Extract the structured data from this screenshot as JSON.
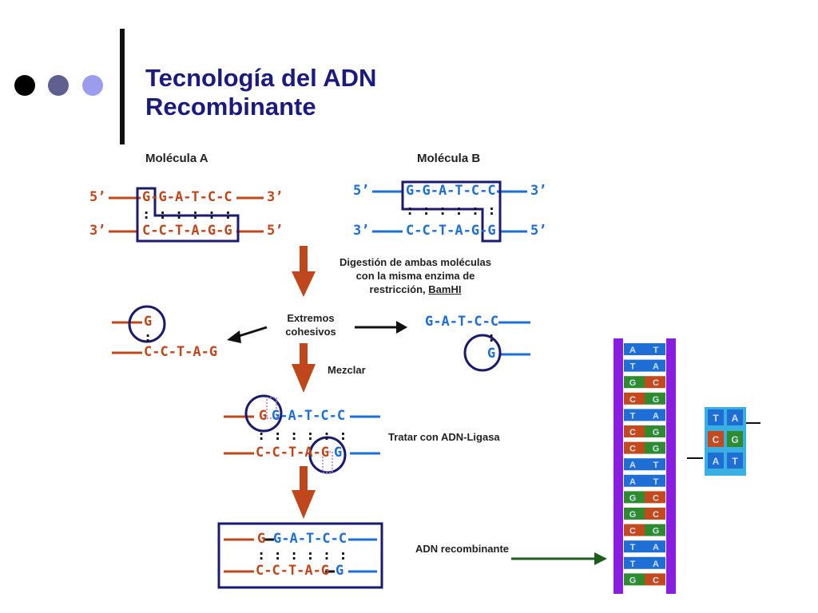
{
  "title": {
    "line1": "Tecnología del ADN",
    "line2": "Recombinante"
  },
  "molecules": {
    "a_label": "Molécula A",
    "b_label": "Molécula B"
  },
  "ends": {
    "five": "5’",
    "three": "3’"
  },
  "sequences": {
    "top_full": "G-G-A-T-C-C",
    "bottom_full": "C-C-T-A-G-G",
    "a_frag_top": "G",
    "a_frag_bottom": "C-C-T-A-G",
    "b_frag_top": "G-A-T-C-C",
    "b_frag_bottom": "G",
    "mix_top_g": "G",
    "mix_top_rest": "G-A-T-C-C",
    "mix_bottom_rest": "C-C-T-A-G",
    "mix_bottom_g": "G",
    "final_top_g": "G",
    "final_top_rest": "G-A-T-C-C",
    "final_bottom_rest": "C-C-T-A-G",
    "final_bottom_g": "G",
    "pairs": ": : : : : :"
  },
  "steps": {
    "digestion_l1": "Digestión de ambas moléculas",
    "digestion_l2": "con la misma enzima de",
    "digestion_l3_prefix": "restricción,",
    "digestion_enzyme": "BamHI",
    "sticky_l1": "Extremos",
    "sticky_l2": "cohesivos",
    "mix": "Mezclar",
    "ligase": "Tratar con ADN-Ligasa",
    "recombinant": "ADN recombinante"
  },
  "ladder": {
    "pairs": [
      [
        "A",
        "T"
      ],
      [
        "T",
        "A"
      ],
      [
        "G",
        "C"
      ],
      [
        "C",
        "G"
      ],
      [
        "T",
        "A"
      ],
      [
        "C",
        "G"
      ],
      [
        "C",
        "G"
      ],
      [
        "A",
        "T"
      ],
      [
        "A",
        "T"
      ],
      [
        "G",
        "C"
      ],
      [
        "G",
        "C"
      ],
      [
        "C",
        "G"
      ],
      [
        "T",
        "A"
      ],
      [
        "T",
        "A"
      ],
      [
        "G",
        "C"
      ]
    ],
    "zoom_pairs": [
      [
        "T",
        "A"
      ],
      [
        "C",
        "G"
      ],
      [
        "A",
        "T"
      ]
    ]
  },
  "colors": {
    "title": "#1a1a80",
    "red_strand": "#c0471b",
    "blue_strand": "#1c6fd6",
    "box": "#1a1a6e",
    "arrow": "#c0471b",
    "green_arrow": "#1a5e1a",
    "ladder_rail": "#8a1ee0",
    "base_A": "#1f6ed6",
    "base_T": "#1f6ed6",
    "base_G": "#2e8b2e",
    "base_C": "#c44a1c"
  }
}
